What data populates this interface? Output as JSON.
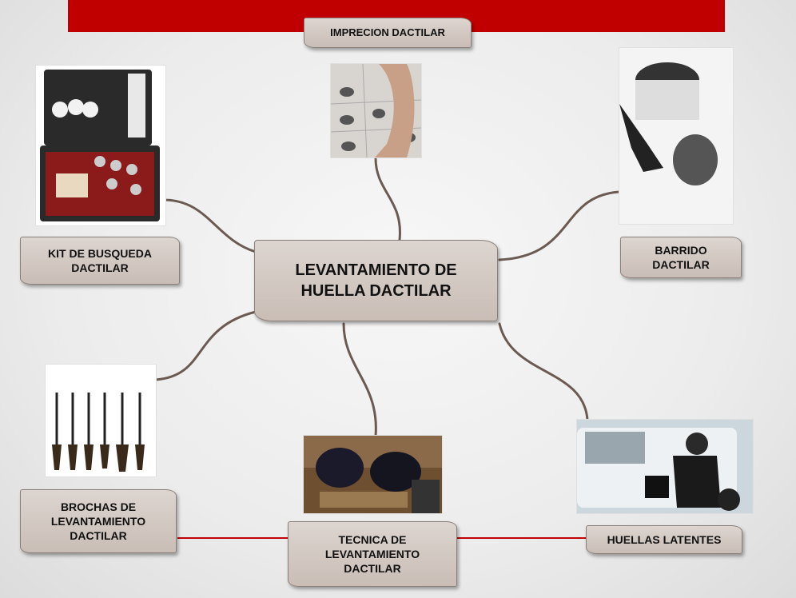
{
  "diagram": {
    "center": "LEVANTAMIENTO DE HUELLA DACTILAR",
    "nodes": {
      "imprecion": "IMPRECION DACTILAR",
      "kit": "KIT DE BUSQUEDA DACTILAR",
      "barrido": "BARRIDO DACTILAR",
      "brochas": "BROCHAS DE LEVANTAMIENTO DACTILAR",
      "tecnica": "TECNICA DE LEVANTAMIENTO DACTILAR",
      "huellas": "HUELLAS LATENTES"
    },
    "photos": {
      "fingerprint_card": "fingerprint-card-photo",
      "kit_case": "fingerprint-kit-case-photo",
      "powder_brush": "powder-and-brush-photo",
      "brushes": "brushes-photo",
      "technicians": "technicians-photo",
      "vehicle": "vehicle-dusting-photo"
    },
    "colors": {
      "top_bar": "#c00000",
      "node_fill": "#d3c8c2",
      "curve_link": "#6b5a52",
      "red_link": "#c00000"
    }
  }
}
